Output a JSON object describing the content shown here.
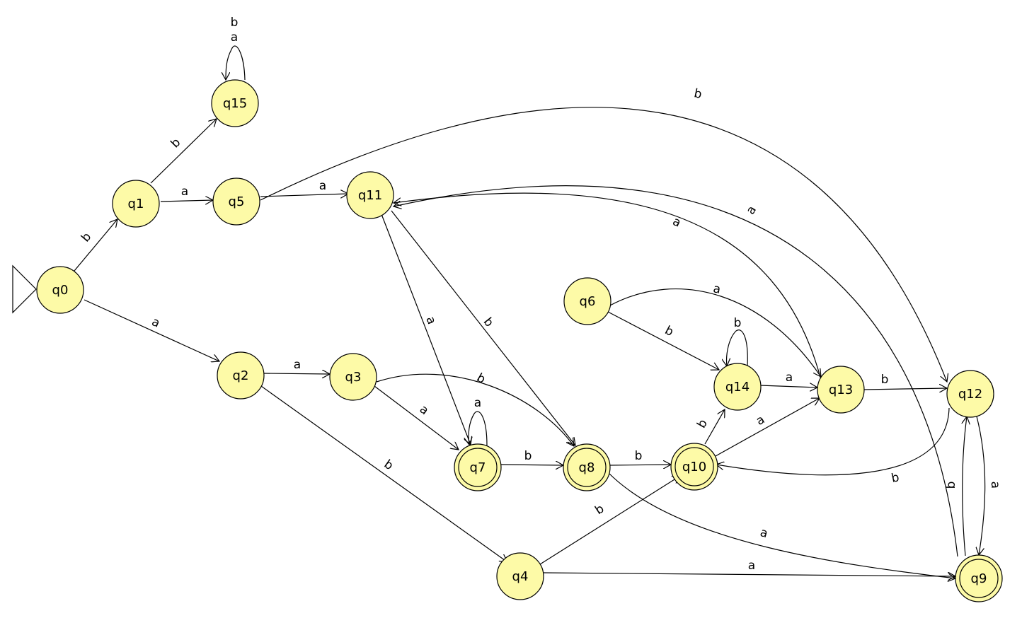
{
  "diagram": {
    "type": "finite-automaton",
    "start_state": "q0",
    "states": [
      {
        "id": "q0",
        "label": "q0",
        "accepting": false
      },
      {
        "id": "q1",
        "label": "q1",
        "accepting": false
      },
      {
        "id": "q2",
        "label": "q2",
        "accepting": false
      },
      {
        "id": "q3",
        "label": "q3",
        "accepting": false
      },
      {
        "id": "q4",
        "label": "q4",
        "accepting": false
      },
      {
        "id": "q5",
        "label": "q5",
        "accepting": false
      },
      {
        "id": "q6",
        "label": "q6",
        "accepting": false
      },
      {
        "id": "q7",
        "label": "q7",
        "accepting": true
      },
      {
        "id": "q8",
        "label": "q8",
        "accepting": true
      },
      {
        "id": "q9",
        "label": "q9",
        "accepting": true
      },
      {
        "id": "q10",
        "label": "q10",
        "accepting": true
      },
      {
        "id": "q11",
        "label": "q11",
        "accepting": false
      },
      {
        "id": "q12",
        "label": "q12",
        "accepting": false
      },
      {
        "id": "q13",
        "label": "q13",
        "accepting": false
      },
      {
        "id": "q14",
        "label": "q14",
        "accepting": false
      },
      {
        "id": "q15",
        "label": "q15",
        "accepting": false
      }
    ],
    "transitions": [
      {
        "from": "q0",
        "to": "q1",
        "label": "b"
      },
      {
        "from": "q0",
        "to": "q2",
        "label": "a"
      },
      {
        "from": "q1",
        "to": "q15",
        "label": "b"
      },
      {
        "from": "q1",
        "to": "q5",
        "label": "a"
      },
      {
        "from": "q15",
        "to": "q15",
        "label": "b\na"
      },
      {
        "from": "q5",
        "to": "q11",
        "label": "a"
      },
      {
        "from": "q5",
        "to": "q12",
        "label": "b"
      },
      {
        "from": "q2",
        "to": "q3",
        "label": "a"
      },
      {
        "from": "q2",
        "to": "q4",
        "label": "b"
      },
      {
        "from": "q3",
        "to": "q7",
        "label": "a"
      },
      {
        "from": "q3",
        "to": "q8",
        "label": "b"
      },
      {
        "from": "q11",
        "to": "q7",
        "label": "a"
      },
      {
        "from": "q11",
        "to": "q8",
        "label": "b"
      },
      {
        "from": "q7",
        "to": "q7",
        "label": "a"
      },
      {
        "from": "q7",
        "to": "q8",
        "label": "b"
      },
      {
        "from": "q8",
        "to": "q10",
        "label": "b"
      },
      {
        "from": "q8",
        "to": "q9",
        "label": "a"
      },
      {
        "from": "q4",
        "to": "q10",
        "label": "b"
      },
      {
        "from": "q4",
        "to": "q9",
        "label": "a"
      },
      {
        "from": "q6",
        "to": "q13",
        "label": "a"
      },
      {
        "from": "q6",
        "to": "q14",
        "label": "b"
      },
      {
        "from": "q14",
        "to": "q14",
        "label": "b"
      },
      {
        "from": "q14",
        "to": "q13",
        "label": "a"
      },
      {
        "from": "q10",
        "to": "q14",
        "label": "b"
      },
      {
        "from": "q10",
        "to": "q13",
        "label": "a"
      },
      {
        "from": "q13",
        "to": "q12",
        "label": "b"
      },
      {
        "from": "q13",
        "to": "q11",
        "label": "a"
      },
      {
        "from": "q12",
        "to": "q10",
        "label": "b"
      },
      {
        "from": "q12",
        "to": "q9",
        "label": "a"
      },
      {
        "from": "q9",
        "to": "q12",
        "label": "b"
      },
      {
        "from": "q9",
        "to": "q11",
        "label": "a"
      }
    ]
  }
}
